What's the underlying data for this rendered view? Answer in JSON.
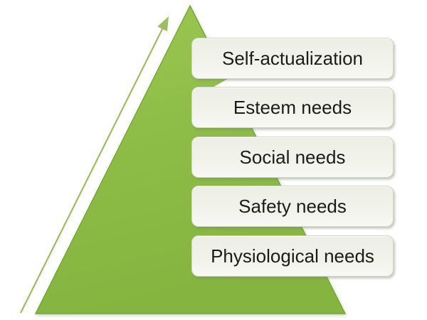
{
  "diagram": {
    "levels": [
      {
        "label": "Self-actualization"
      },
      {
        "label": "Esteem needs"
      },
      {
        "label": "Social needs"
      },
      {
        "label": "Safety needs"
      },
      {
        "label": "Physiological needs"
      }
    ],
    "icons": {
      "arrow": "ascending-arrow"
    },
    "colors": {
      "pyramid_top": "#9bc751",
      "pyramid_bottom": "#85b440",
      "pyramid_stroke": "#77a438",
      "arrow": "#9dbd62",
      "box_fill_top": "#edeee5",
      "box_fill_mid": "#f1f2ea",
      "box_fill_bottom": "#f8f8f4",
      "box_border": "#cfd6c6",
      "text": "#1b1b1b",
      "background": "#ffffff"
    }
  }
}
